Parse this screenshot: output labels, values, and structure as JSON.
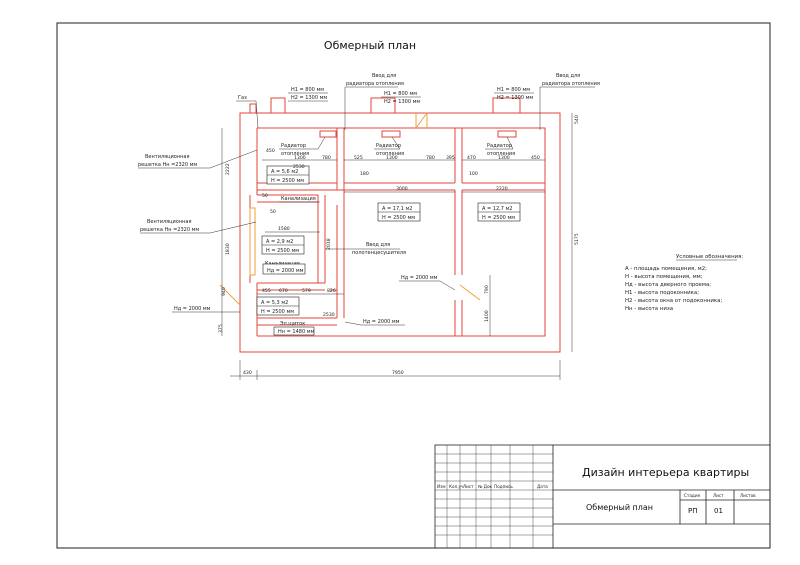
{
  "sheet_title": "Обмерный план",
  "rooms": [
    {
      "area": "А = 5,6 м2",
      "height": "Н = 2500 мм"
    },
    {
      "area": "А = 17,1 м2",
      "height": "Н = 2500 мм"
    },
    {
      "area": "А = 12,7 м2",
      "height": "Н = 2500 мм"
    },
    {
      "area": "А = 2,9 м2",
      "height": "Н = 2500 мм"
    },
    {
      "area": "А = 5,3 м2",
      "height": "Н = 2500 мм"
    }
  ],
  "labels": {
    "gas": "Газ",
    "vent1_a": "Вентиляционная",
    "vent1_b": "решетка Нн =2320 мм",
    "vent2_a": "Вентиляционная",
    "vent2_b": "решетка Нн =2320 мм",
    "radiator_in_a": "Ввод для",
    "radiator_in_b": "радиатора отопления",
    "radiator_in2_a": "Ввод для",
    "radiator_in2_b": "радиатора отопления",
    "radiator_a": "Радиатор",
    "radiator_b": "отопления",
    "sewer": "Канализация",
    "sewer2": "Канализация",
    "towel_a": "Ввод для",
    "towel_b": "полотенцесушителя",
    "shield_a": "Эл.щиток",
    "shield_b": "Нн = 1480 мм",
    "hd_2000": "Нд = 2000 мм",
    "h1": "Н1 = 800 мм",
    "h2": "Н2 = 1300 мм"
  },
  "dimensions": {
    "d1300": "1300",
    "d2530": "2530",
    "d450": "450",
    "d780": "780",
    "d525": "525",
    "d395": "395",
    "d470": "470",
    "d3000": "3000",
    "d2220": "2220",
    "d1580": "1580",
    "d50": "50",
    "d2018": "2018",
    "d670": "670",
    "d579": "579",
    "d826": "826",
    "d455": "455",
    "d2222": "2222",
    "d1830": "1830",
    "d940": "940",
    "d375": "375",
    "d5175": "5175",
    "d540": "540",
    "d790": "790",
    "d1400": "1400",
    "d7950": "7950",
    "d430": "430",
    "d180": "180",
    "d100": "100"
  },
  "legend": {
    "title": "Условные обозначения:",
    "items": [
      "А - площадь помещения, м2;",
      "Н - высота помещения, мм;",
      "Нд - высота дверного проема;",
      "Н1 - высота подоконника;",
      "Н2 - высота окна от подоконника;",
      "Нн - высота низа"
    ]
  },
  "title_block": {
    "project": "Дизайн интерьера квартиры",
    "sheet_name": "Обмерный план",
    "stage_label": "Стадия",
    "sheet_label": "Лист",
    "sheets_label": "Листов",
    "stage": "РП",
    "sheet": "01",
    "sheets": "",
    "columns": [
      "Изм",
      "Кол.уч",
      "Лист",
      "№ Док",
      "Подпись",
      "Дата"
    ]
  },
  "colors": {
    "wall_red": "#e0463a",
    "wall_orange": "#f0a040",
    "line": "#333333"
  }
}
